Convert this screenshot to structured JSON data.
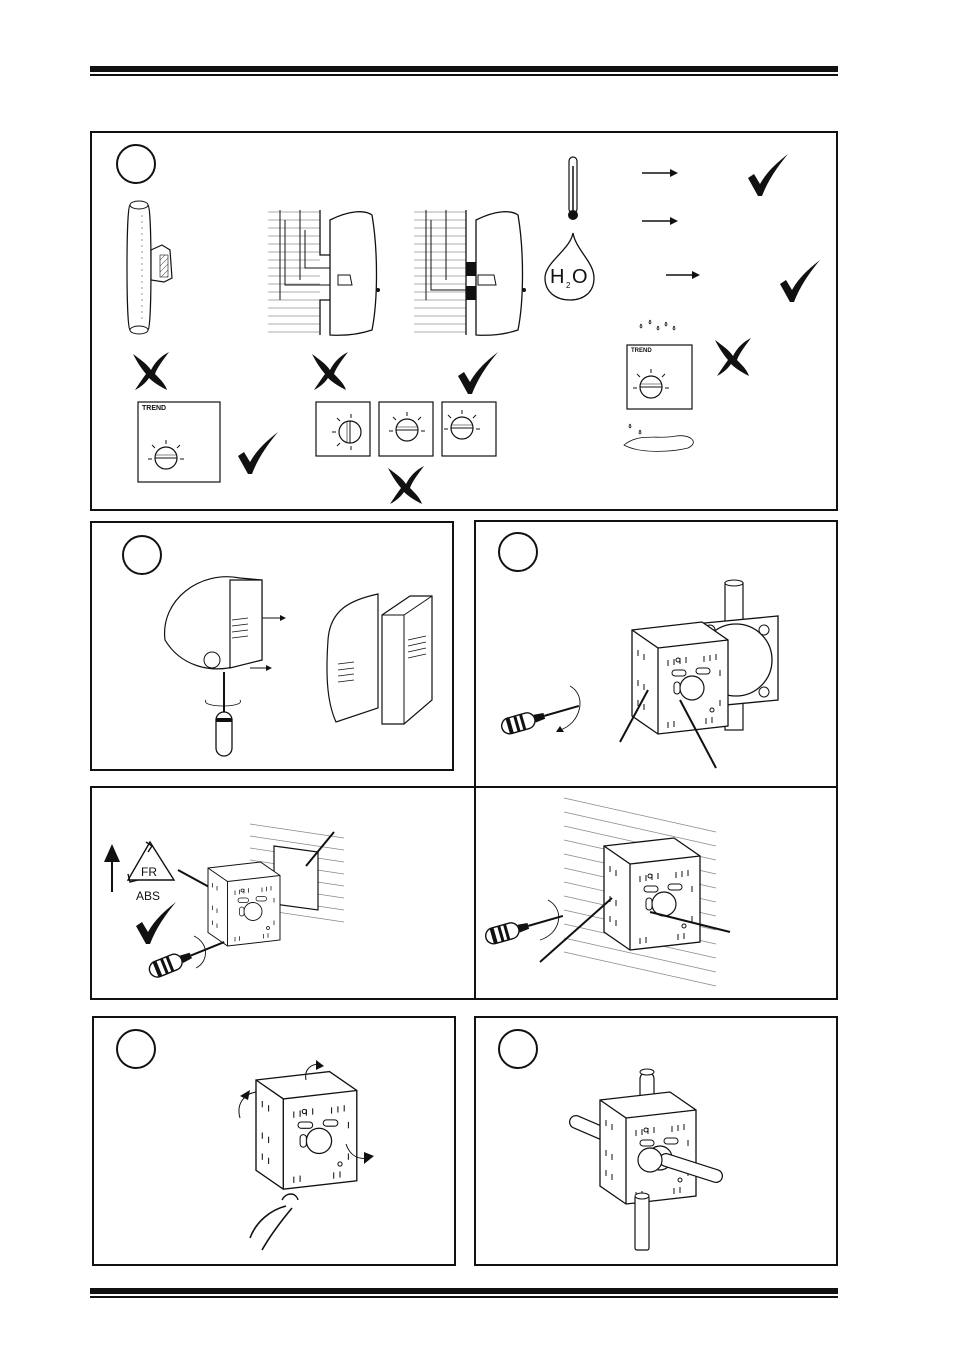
{
  "brand": "TREND",
  "water_symbol": {
    "letter_h": "H",
    "subscript": "2",
    "letter_o": "O"
  },
  "recycle_mark": {
    "line1": "FR",
    "line2": "ABS"
  },
  "colors": {
    "ink": "#111111",
    "paper": "#ffffff",
    "hatch": "#555555"
  },
  "icons": [
    "check-mark-icon",
    "cross-mark-icon",
    "thermometer-icon",
    "water-drop-icon",
    "recycle-icon",
    "arrow-right-icon",
    "screwdriver-icon",
    "pliers-icon"
  ]
}
